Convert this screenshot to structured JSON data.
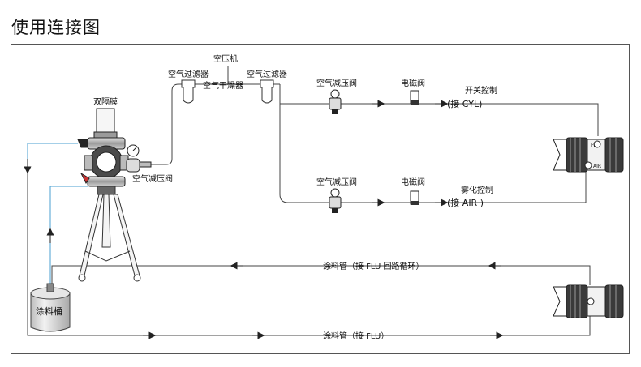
{
  "title": "使用连接图",
  "labels": {
    "compressor": "空压机",
    "filter_left": "空气过滤器",
    "filter_right": "空气过滤器",
    "dryer": "空气干燥器",
    "diaphragm": "双隔膜",
    "pump_regulator": "空气减压阀",
    "regulator_top": "空气减压阀",
    "regulator_bottom": "空气减压阀",
    "solenoid_top": "电磁阀",
    "solenoid_bottom": "电磁阀",
    "switch_control": "开关控制",
    "switch_port": "(接  CYL)",
    "atomize_control": "雾化控制",
    "atomize_port": "(接  AIR )",
    "return_line": "涂料管（接  FLU 回路循环）",
    "supply_line": "涂料管（接  FLU）",
    "bucket": "涂料桶",
    "gun_port_fl": "FL",
    "gun_port_air": "AIR"
  },
  "colors": {
    "line": "#444444",
    "fluid_line": "#4a9fd0",
    "metal": "#9a9a9a",
    "dark": "#2a2a2a"
  }
}
